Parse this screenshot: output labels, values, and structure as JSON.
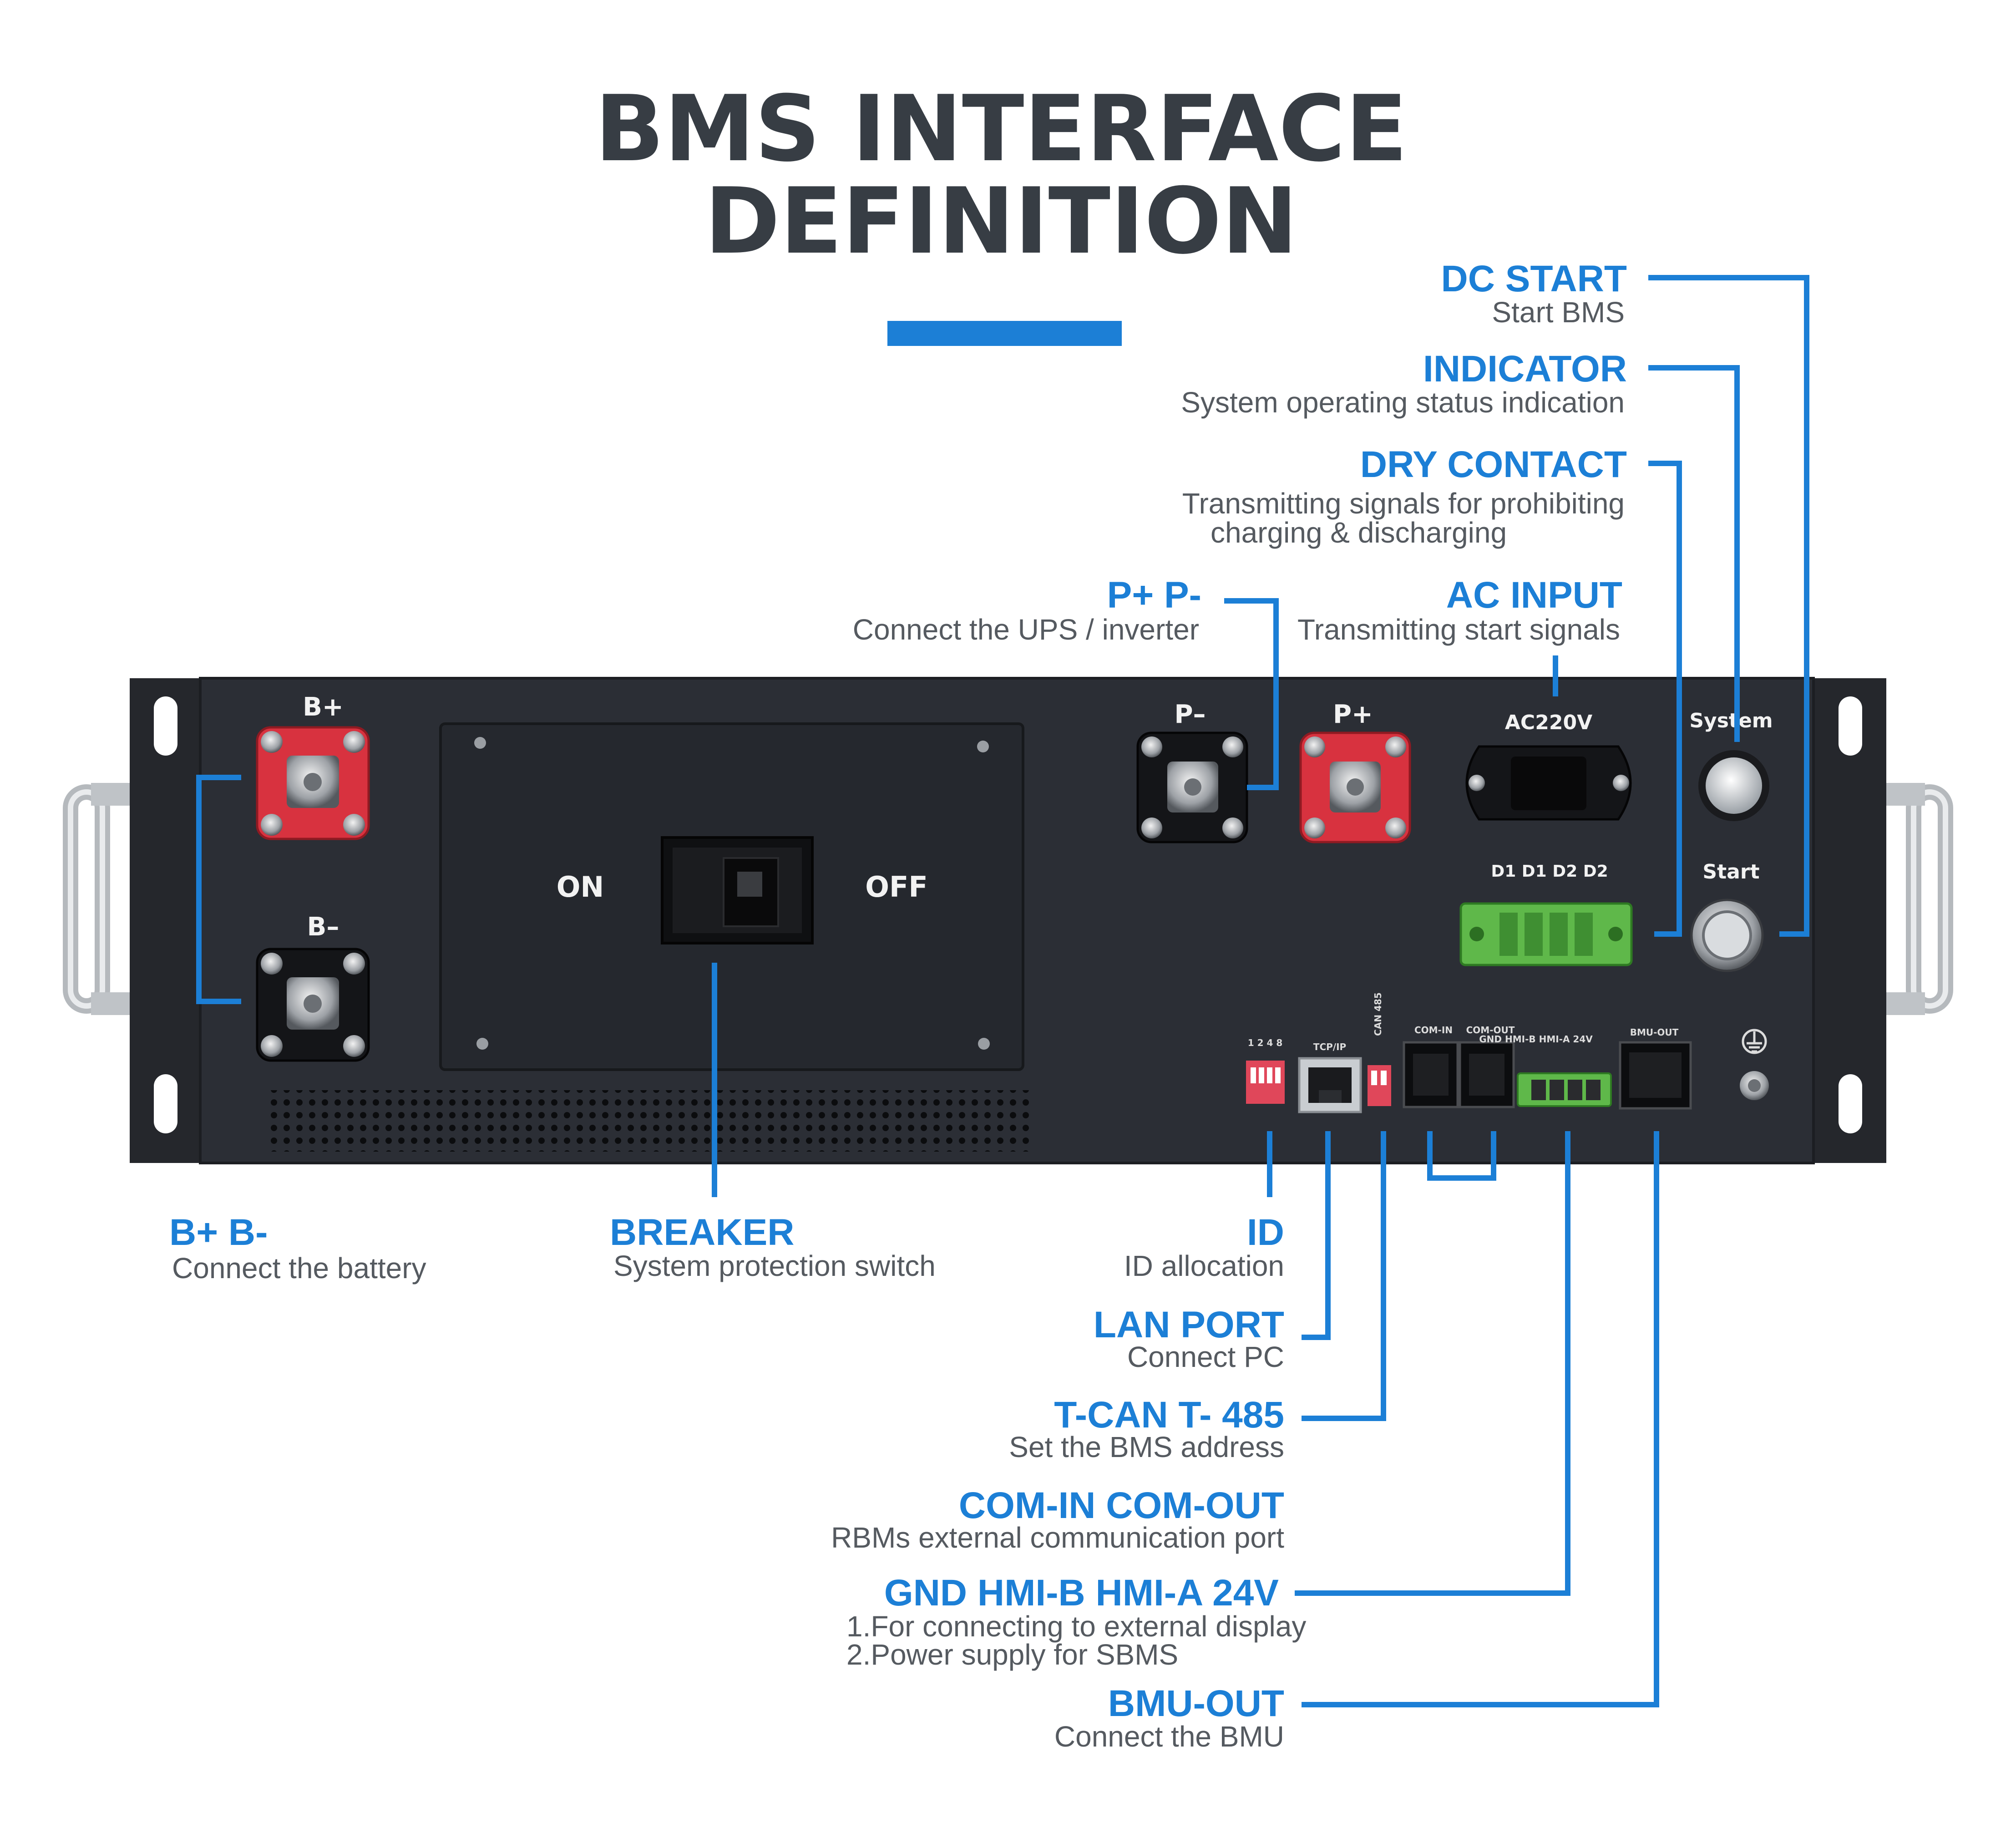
{
  "title": {
    "line1": "BMS INTERFACE",
    "line2": "DEFINITION"
  },
  "panel": {
    "b_plus": "B+",
    "b_minus": "B–",
    "p_minus": "P–",
    "p_plus": "P+",
    "ac_label": "AC220V",
    "system_label": "System",
    "start_label": "Start",
    "dry_contact_label": "D1 D1 D2 D2",
    "on_label": "ON",
    "off_label": "OFF",
    "dip_numbers": "1 2 4 8",
    "tcpip_label": "TCP/IP",
    "can_485_label": "CAN 485",
    "com_in_label": "COM-IN",
    "com_out_label": "COM-OUT",
    "gnd_hmi_label": "GND HMI-B HMI-A 24V",
    "bmu_out_label": "BMU-OUT"
  },
  "callouts": {
    "dc_start": {
      "title": "DC START",
      "desc": "Start BMS"
    },
    "indicator": {
      "title": "INDICATOR",
      "desc": "System operating status indication"
    },
    "dry_contact": {
      "title": "DRY CONTACT",
      "desc_line1": "Transmitting signals for prohibiting",
      "desc_line2": "charging & discharging"
    },
    "ac_input": {
      "title": "AC INPUT",
      "desc": "Transmitting start signals"
    },
    "p_terminals": {
      "title": "P+ P-",
      "desc": "Connect the UPS / inverter"
    },
    "b_terminals": {
      "title": "B+ B-",
      "desc": "Connect the battery"
    },
    "breaker": {
      "title": "BREAKER",
      "desc": "System protection switch"
    },
    "id": {
      "title": "ID",
      "desc": "ID allocation"
    },
    "lan_port": {
      "title": "LAN PORT",
      "desc": "Connect PC"
    },
    "tcan": {
      "title": "T-CAN T- 485",
      "desc": "Set the BMS address"
    },
    "com": {
      "title": "COM-IN COM-OUT",
      "desc": "RBMs external communication port"
    },
    "hmi": {
      "title": "GND HMI-B HMI-A 24V",
      "desc_line1": "1.For connecting to external display",
      "desc_line2": "2.Power supply for SBMS"
    },
    "bmu_out": {
      "title": "BMU-OUT",
      "desc": "Connect the BMU"
    }
  },
  "colors": {
    "accent": "#1c7fd6",
    "title": "#373d44",
    "panel": "#2b2e35",
    "terminal_red": "#d8323f",
    "connector_green": "#5fb84a"
  }
}
